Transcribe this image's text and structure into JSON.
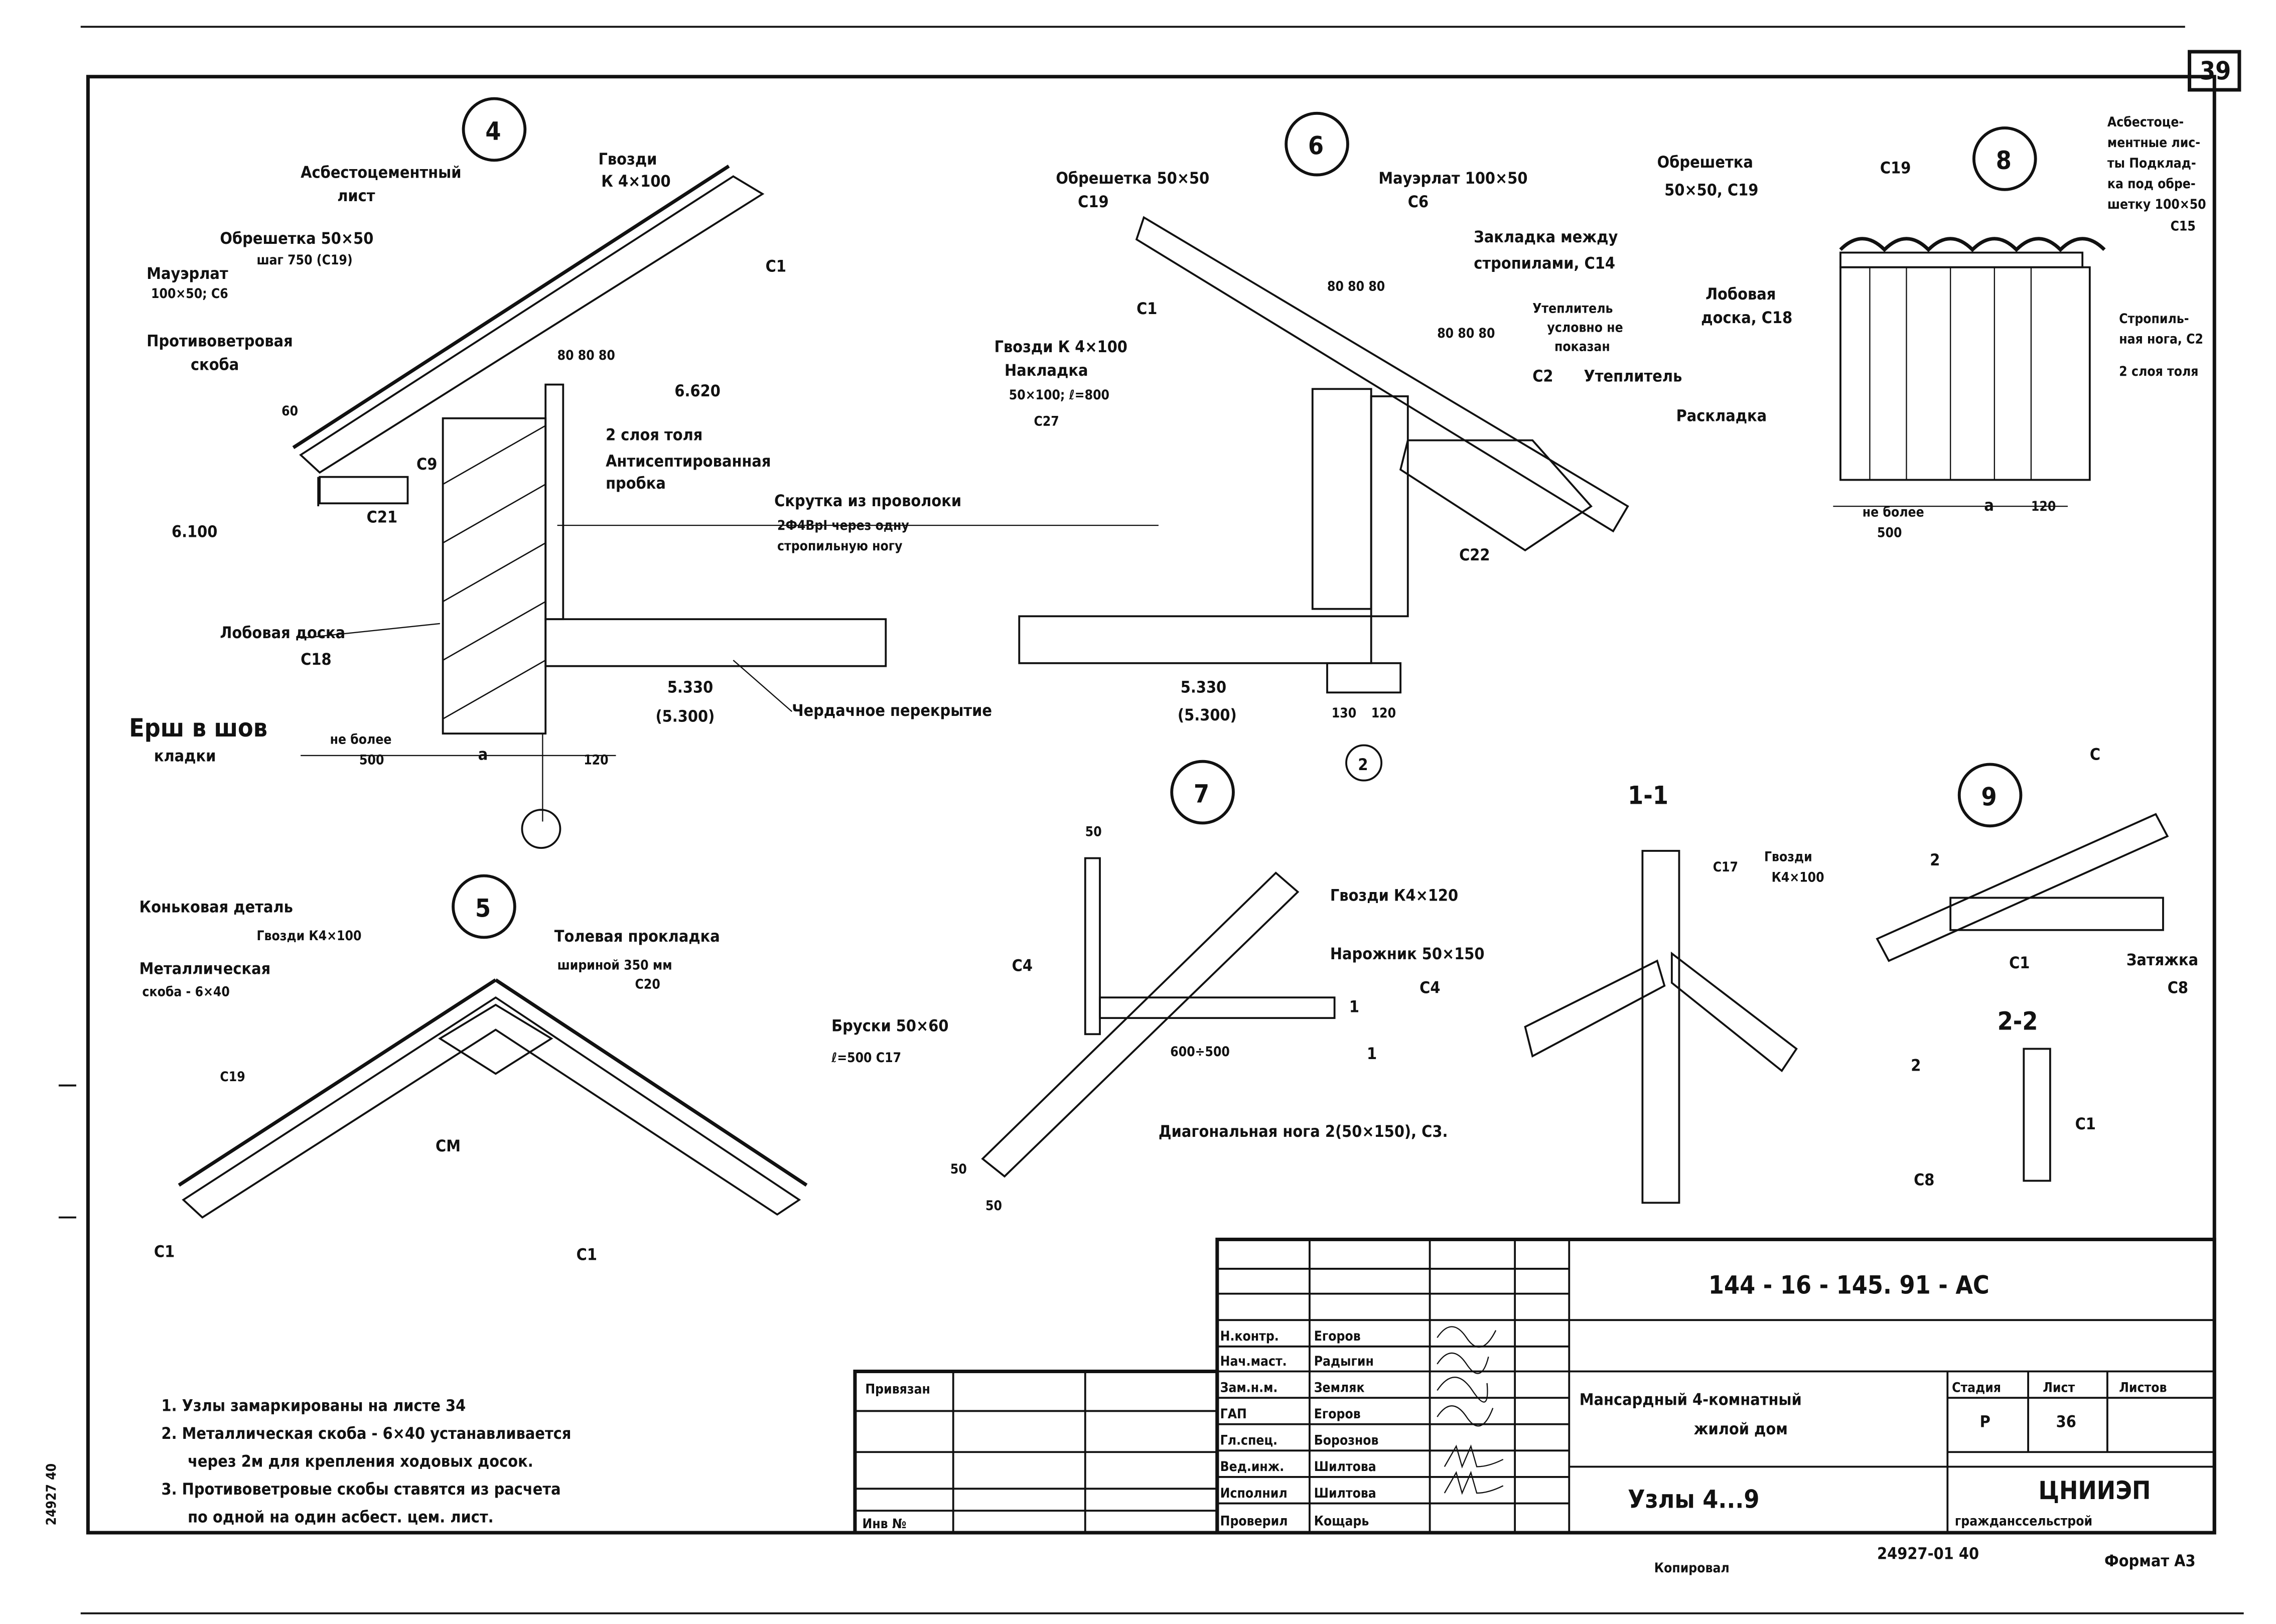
{
  "sheet_number": "39",
  "side_stamp": "24927 40",
  "nodes": {
    "n4": {
      "mark": "4",
      "labels": [
        "Асбестоцементный",
        "лист",
        "Гвозди",
        "К 4×100",
        "Обрешетка 50×50",
        "шаг 750 (С19)",
        "Мауэрлат",
        "100×50; С6",
        "Противоветровая",
        "скоба",
        "С1",
        "6.620",
        "2 слоя толя",
        "Антисептированная",
        "пробка",
        "С9",
        "С21",
        "6.100",
        "Лобовая доска",
        "С18",
        "Ерш в шов",
        "кладки",
        "не более",
        "500",
        "а",
        "120",
        "5.330",
        "(5.300)",
        "Чердачное перекрытие",
        "60",
        "80 80 80"
      ]
    },
    "n6": {
      "mark": "6",
      "sub_mark": "2",
      "labels": [
        "Обрешетка 50×50",
        "С19",
        "Мауэрлат 100×50",
        "С6",
        "Закладка между",
        "стропилами, С14",
        "С1",
        "Утеплитель",
        "условно не",
        "показан",
        "Гвозди К 4×100",
        "Накладка",
        "50×100; ℓ=800",
        "С27",
        "С2",
        "Утеплитель",
        "С22",
        "Скрутка из проволоки",
        "2Ф4ВрI через одну",
        "стропильную ногу",
        "5.330",
        "(5.300)",
        "130",
        "120",
        "80 80 80",
        "80 80 80"
      ]
    },
    "n8": {
      "mark": "8",
      "labels": [
        "Обрешетка",
        "50×50, С19",
        "С19",
        "Асбестоце-",
        "ментные лис-",
        "ты Подклад-",
        "ка под обре-",
        "шетку 100×50",
        "С15",
        "Лобовая",
        "доска, С18",
        "Стропиль-",
        "ная нога, С2",
        "2 слоя толя",
        "Раскладка",
        "не более",
        "500",
        "а",
        "120"
      ]
    },
    "n7": {
      "mark": "7",
      "labels": [
        "50",
        "Гвозди К4×120",
        "С4",
        "Нарожник 50×150",
        "С4",
        "Бруски 50×60",
        "ℓ=500  С17",
        "Диагональная нога 2(50×150), С3.",
        "50",
        "50",
        "1",
        "1",
        "600÷500"
      ]
    },
    "s11": {
      "mark": "1-1",
      "labels": [
        "С17",
        "Гвозди",
        "К4×100"
      ]
    },
    "n9": {
      "mark": "9",
      "labels": [
        "С",
        "2",
        "С1",
        "Затяжка",
        "С8",
        "2-2",
        "2",
        "С8",
        "С1"
      ]
    },
    "n5": {
      "mark": "5",
      "labels": [
        "Коньковая деталь",
        "Гвозди К4×100",
        "Металлическая",
        "скоба - 6×40",
        "Толевая прокладка",
        "шириной  350 мм",
        "С20",
        "С19",
        "СМ",
        "С1",
        "С1"
      ]
    }
  },
  "notes": [
    "1. Узлы замаркированы на листе 34",
    "2. Металлическая скоба - 6×40 устанавливается",
    "через 2м для крепления ходовых досок.",
    "3. Противоветровые скобы ставятся из расчета",
    "по одной на один асбест. цем. лист."
  ],
  "title_block": {
    "code": "144 - 16 - 145. 91  - АС",
    "bound_label": "Привязан",
    "inv_label": "Инв №",
    "staff": [
      {
        "role": "Н.контр.",
        "name": "Егоров"
      },
      {
        "role": "Нач.маст.",
        "name": "Радыгин"
      },
      {
        "role": "Зам.н.м.",
        "name": "Земляк"
      },
      {
        "role": "ГАП",
        "name": "Егоров"
      },
      {
        "role": "Гл.спец.",
        "name": "Борознов"
      },
      {
        "role": "Вед.инж.",
        "name": "Шилтова"
      },
      {
        "role": "Исполнил",
        "name": "Шилтова"
      },
      {
        "role": "Проверил",
        "name": "Кощарь"
      }
    ],
    "project_line1": "Мансардный 4-комнатный",
    "project_line2": "жилой дом",
    "sheet_title": "Узлы 4...9",
    "stage_header": "Стадия",
    "sheet_header": "Лист",
    "sheets_header": "Листов",
    "stage": "Р",
    "sheet": "36",
    "org_name": "ЦНИИЭП",
    "org_sub": "гражданссельстрой",
    "copied": "Копировал",
    "archive_no": "24927-01  40",
    "format": "Формат А3"
  }
}
